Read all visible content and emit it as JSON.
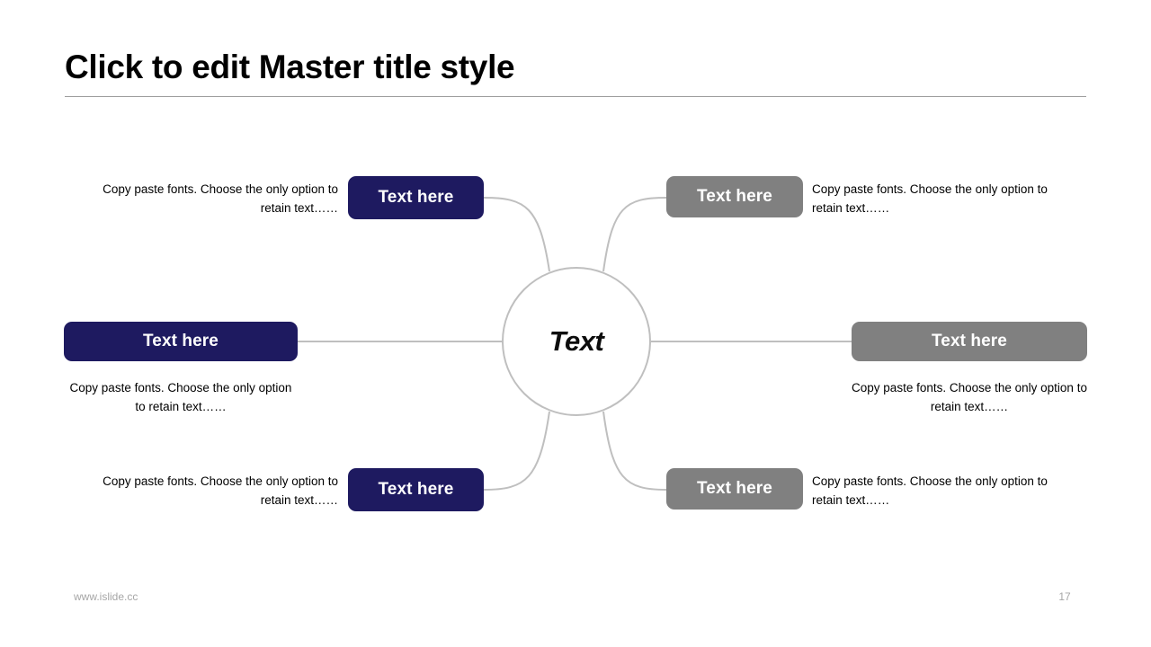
{
  "slide": {
    "title": "Click to edit Master title style",
    "accent_navy": "#1e1a60",
    "accent_gray": "#808080",
    "line_color": "#bfbfbf"
  },
  "center": {
    "label": "Text"
  },
  "nodes": [
    {
      "id": "top-left",
      "button_label": "Text here",
      "color": "#1e1a60",
      "description": "Copy paste fonts. Choose the only option to retain text……"
    },
    {
      "id": "middle-left",
      "button_label": "Text here",
      "color": "#1e1a60",
      "description": "Copy paste fonts. Choose the only option to retain text……"
    },
    {
      "id": "bottom-left",
      "button_label": "Text here",
      "color": "#1e1a60",
      "description": "Copy paste fonts. Choose the only option to retain text……"
    },
    {
      "id": "top-right",
      "button_label": "Text here",
      "color": "#808080",
      "description": "Copy paste fonts. Choose the only option to retain text……"
    },
    {
      "id": "middle-right",
      "button_label": "Text here",
      "color": "#808080",
      "description": "Copy paste fonts. Choose the only option to retain text……"
    },
    {
      "id": "bottom-right",
      "button_label": "Text here",
      "color": "#808080",
      "description": "Copy paste fonts. Choose the only option to retain text……"
    }
  ],
  "footer": {
    "url": "www.islide.cc",
    "page_number": "17"
  }
}
